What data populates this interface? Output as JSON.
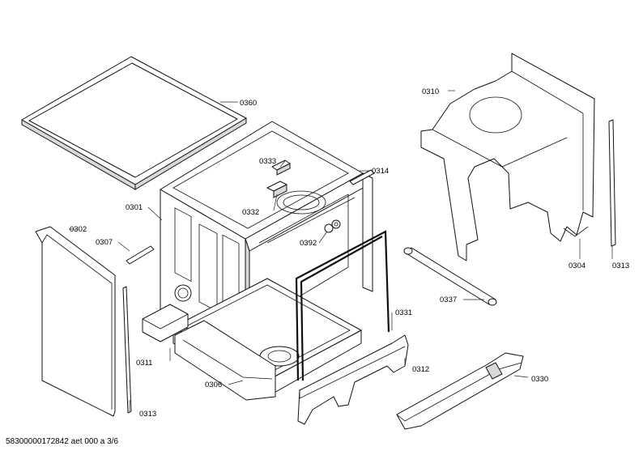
{
  "diagram": {
    "parts": {
      "p0360": "0360",
      "p0310": "0310",
      "p0333": "0333",
      "p0314": "0314",
      "p0301": "0301",
      "p0332": "0332",
      "p0302": "0302",
      "p0307": "0307",
      "p0392": "0392",
      "p0304": "0304",
      "p0313a": "0313",
      "p0337": "0337",
      "p0331": "0331",
      "p0311": "0311",
      "p0312": "0312",
      "p0330": "0330",
      "p0306": "0306",
      "p0313b": "0313"
    }
  },
  "footer": {
    "text": "58300000172842 aet 000 a 3/6"
  }
}
